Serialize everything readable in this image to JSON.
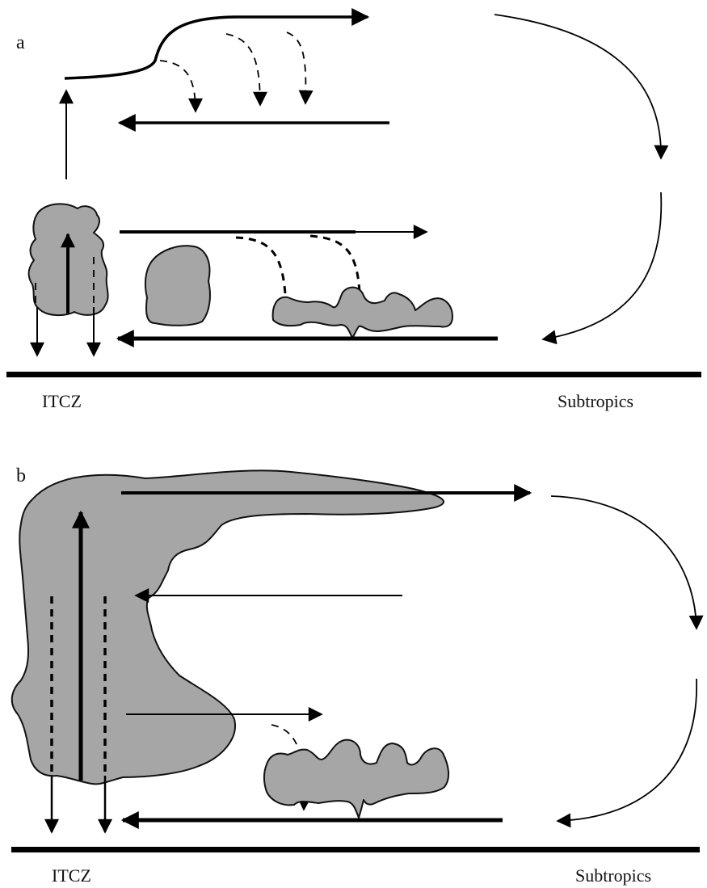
{
  "panel_a": {
    "label": "a",
    "left_label": "ITCZ",
    "right_label": "Subtropics"
  },
  "panel_b": {
    "label": "b",
    "left_label": "ITCZ",
    "right_label": "Subtropics"
  },
  "colors": {
    "cloud_fill": "#a6a6a6",
    "line": "#000000",
    "background": "#ffffff"
  }
}
